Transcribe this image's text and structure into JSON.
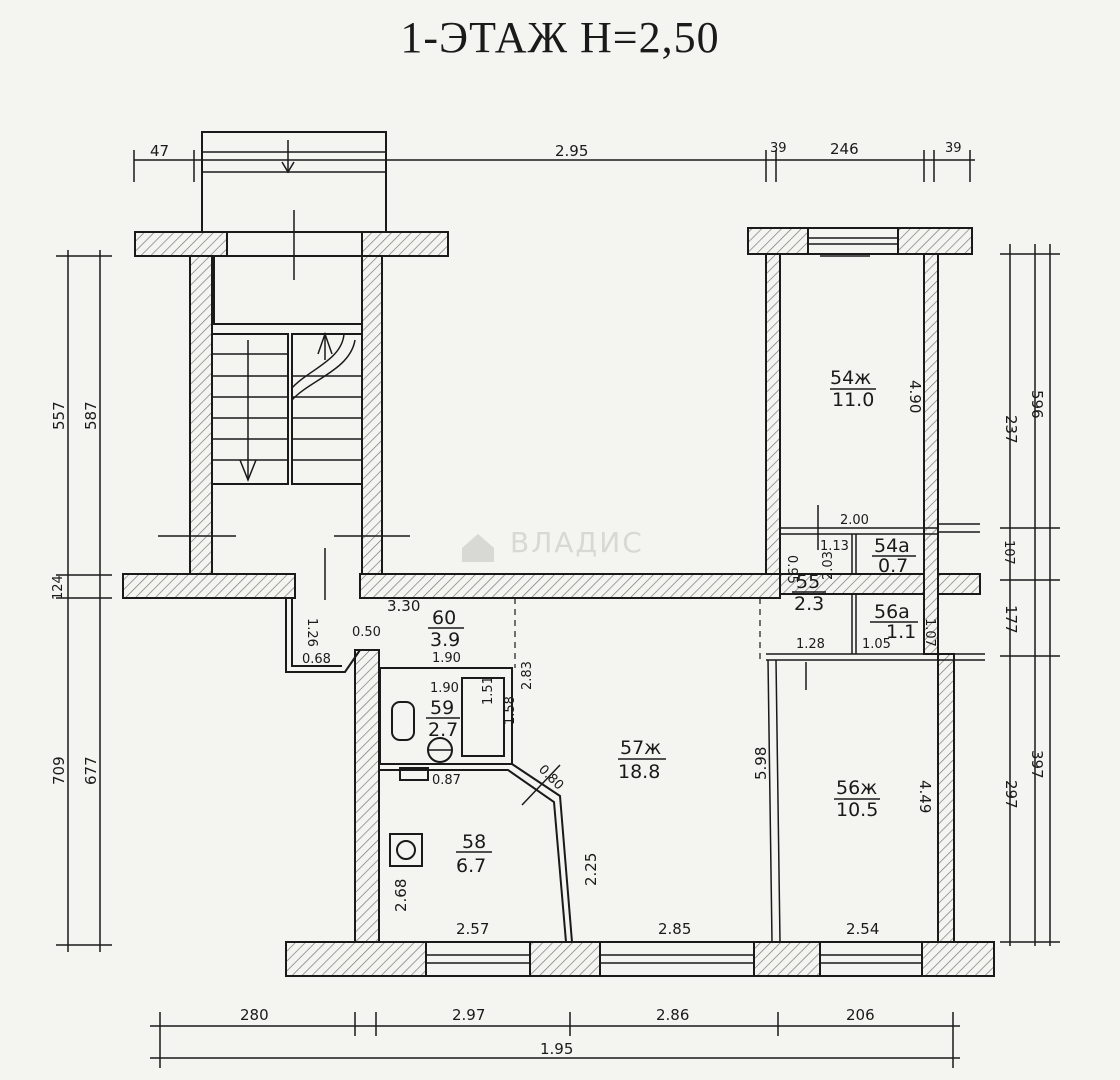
{
  "title": "1-ЭТАЖ  Н=2,50",
  "watermark": "ВЛАДИС",
  "rooms": [
    {
      "id": "54",
      "number": "54ж",
      "area": "11.0"
    },
    {
      "id": "54a",
      "number": "54a",
      "area": "0.7"
    },
    {
      "id": "55",
      "number": "55",
      "area": "2.3"
    },
    {
      "id": "56a",
      "number": "56a",
      "area": "1.1"
    },
    {
      "id": "56",
      "number": "56ж",
      "area": "10.5"
    },
    {
      "id": "57",
      "number": "57ж",
      "area": "18.8"
    },
    {
      "id": "58",
      "number": "58",
      "area": "6.7"
    },
    {
      "id": "59",
      "number": "59",
      "area": "2.7"
    },
    {
      "id": "60",
      "number": "60",
      "area": "3.9"
    }
  ],
  "dims": {
    "top_47": "47",
    "top_295": "2.95",
    "top_39a": "39",
    "top_246": "246",
    "top_39b": "39",
    "left_557": "557",
    "left_587": "587",
    "left_124": "124",
    "left_709": "709",
    "left_677": "677",
    "right_237": "237",
    "right_596": "596",
    "right_107": "107",
    "right_177": "177",
    "right_297": "297",
    "right_397": "397",
    "r54_h": "4.90",
    "r54_w": "2.00",
    "r54a_w": "1.13",
    "r55_w": "0.95",
    "r55_h": "2.03",
    "r56a_w": "1.05",
    "r56a_h": "1.07",
    "r56_w": "1.28",
    "r56_h": "4.49",
    "r56_bottom": "2.54",
    "hall_w": "3.30",
    "hall_126": "1.26",
    "hall_050": "0.50",
    "hall_068": "0.68",
    "r60_w": "1.90",
    "r59_w": "1.90",
    "r59_h": "1.51",
    "r59_158": "1.58",
    "r59_283": "2.83",
    "r59_087": "0.87",
    "diag_080": "0.80",
    "r57_225": "2.25",
    "r57_h": "5.98",
    "r57_w": "2.85",
    "r58_h": "2.68",
    "r58_w": "2.57",
    "bot_280": "280",
    "bot_297": "2.97",
    "bot_286": "2.86",
    "bot_206": "206",
    "bot_total": "1.95"
  }
}
